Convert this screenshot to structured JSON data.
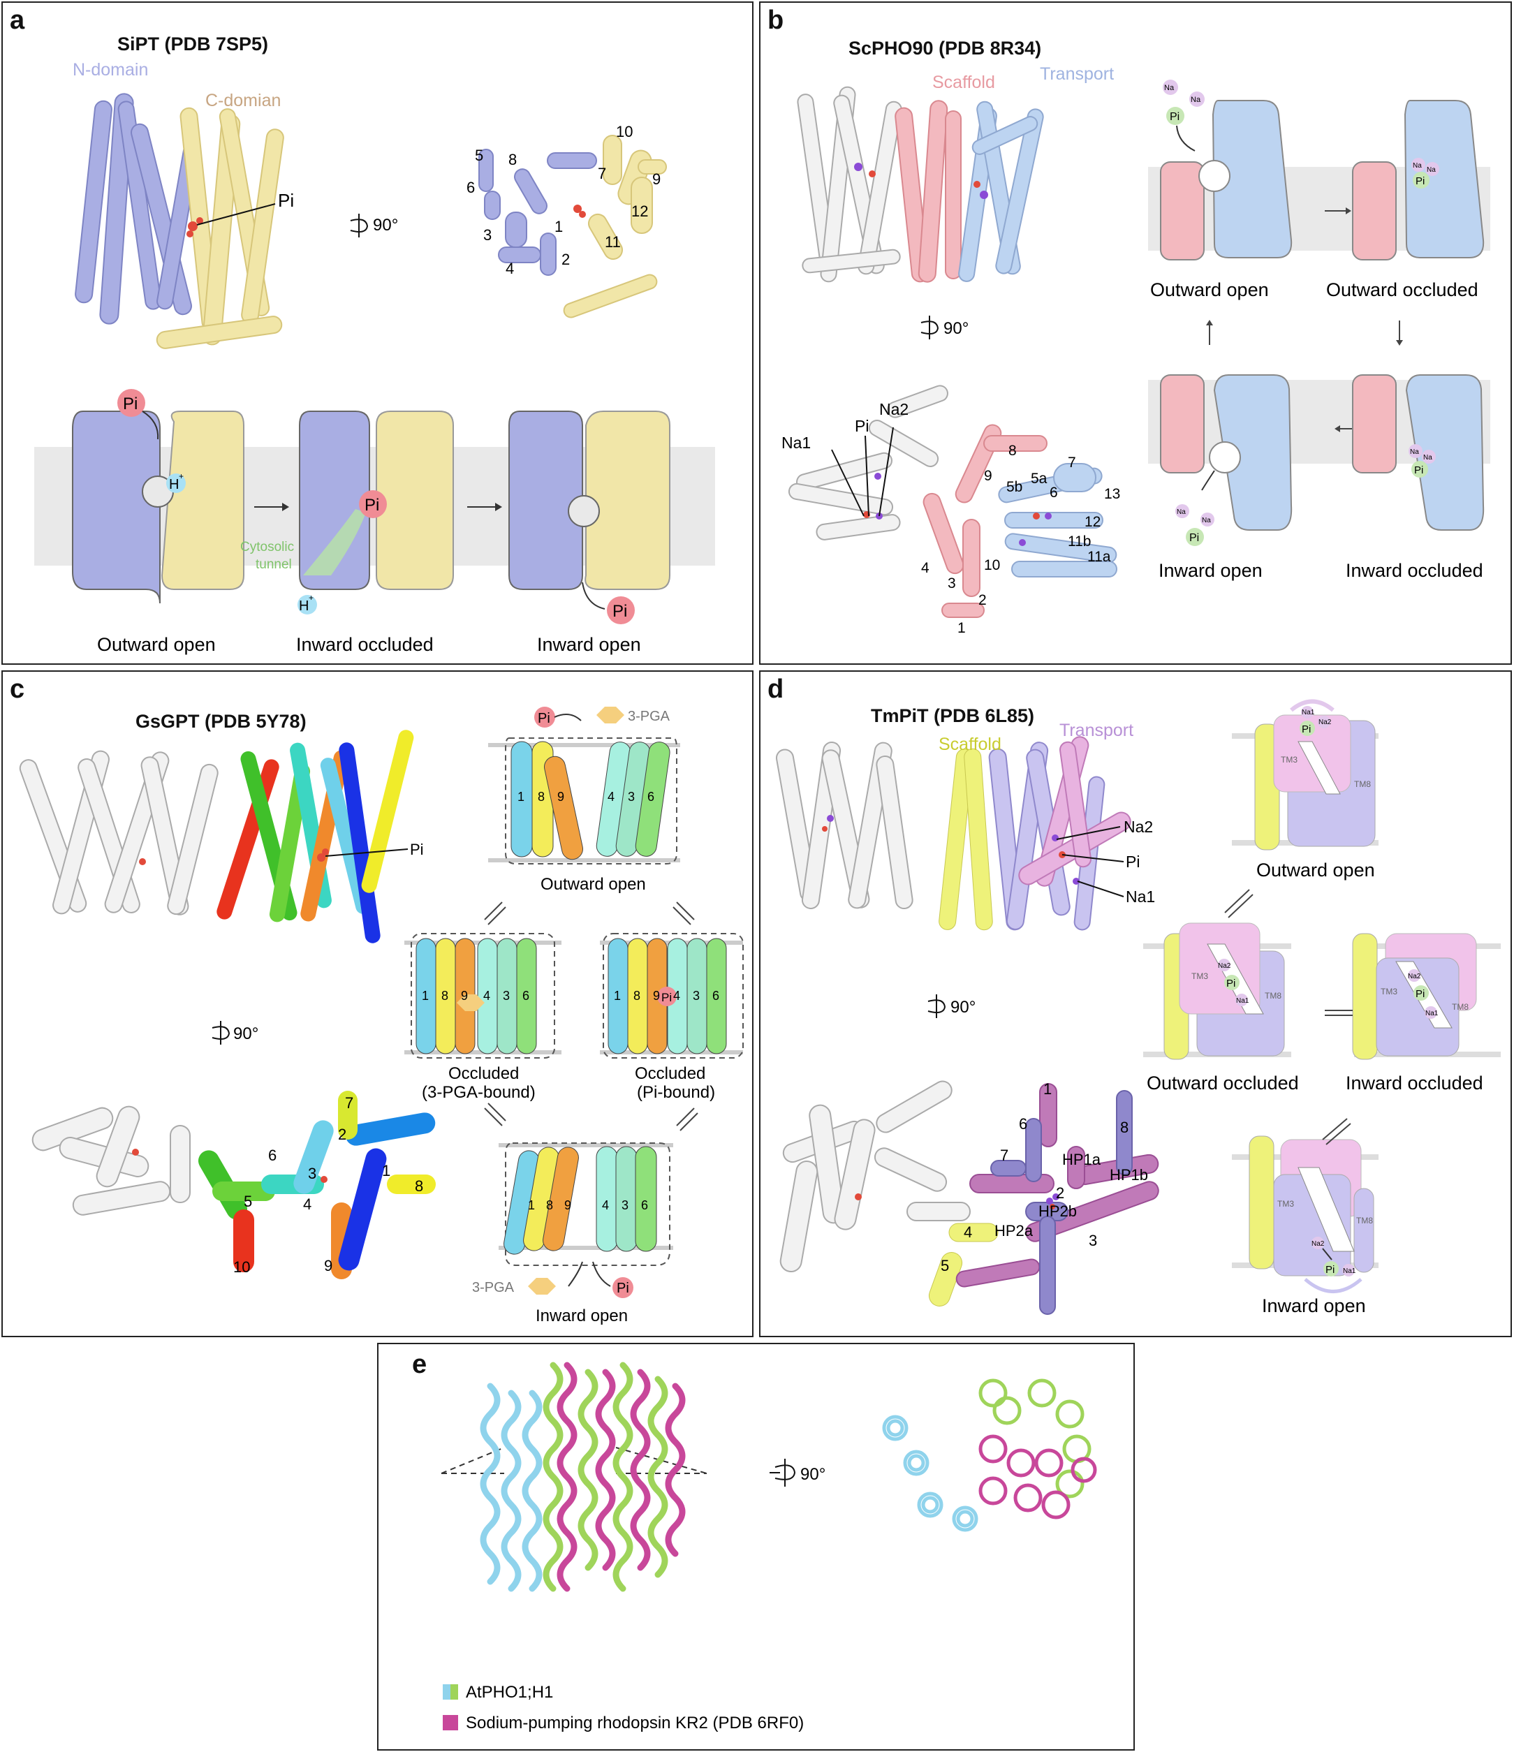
{
  "panel_a": {
    "label": "a",
    "title": "SiPT (PDB 7SP5)",
    "n_domain": "N-domain",
    "c_domain": "C-domian",
    "pi": "Pi",
    "rotate": "90°",
    "helices": [
      "1",
      "2",
      "3",
      "4",
      "5",
      "6",
      "7",
      "8",
      "9",
      "10",
      "11",
      "12"
    ],
    "h_plus": "H",
    "h_sup": "+",
    "tunnel_1": "Cytosolic",
    "tunnel_2": "tunnel",
    "states": [
      "Outward open",
      "Inward occluded",
      "Inward open"
    ]
  },
  "panel_b": {
    "label": "b",
    "title": "ScPHO90 (PDB 8R34)",
    "scaffold": "Scaffold",
    "transport": "Transport",
    "rotate": "90°",
    "ions": {
      "na": "Na",
      "pi": "Pi",
      "na1": "Na1",
      "na2": "Na2"
    },
    "helices": [
      "8",
      "7",
      "9",
      "5a",
      "5b",
      "6",
      "13",
      "12",
      "11b",
      "11a",
      "4",
      "3",
      "10",
      "2",
      "1"
    ],
    "states": [
      "Outward open",
      "Outward occluded",
      "Inward open",
      "Inward occluded"
    ]
  },
  "panel_c": {
    "label": "c",
    "title": "GsGPT (PDB 5Y78)",
    "pi": "Pi",
    "rotate": "90°",
    "pga": "3-PGA",
    "helix_nums": [
      "1",
      "8",
      "9",
      "4",
      "3",
      "6"
    ],
    "top_helices": [
      "7",
      "2",
      "6",
      "3",
      "1",
      "8",
      "5",
      "4",
      "10",
      "9"
    ],
    "states": {
      "outward_open": "Outward open",
      "occluded_pga_1": "Occluded",
      "occluded_pga_2": "(3-PGA-bound)",
      "occluded_pi_1": "Occluded",
      "occluded_pi_2": "(Pi-bound)",
      "inward_open": "Inward open"
    }
  },
  "panel_d": {
    "label": "d",
    "title": "TmPiT (PDB 6L85)",
    "scaffold": "Scaffold",
    "transport": "Transport",
    "ions": {
      "na2": "Na2",
      "pi": "Pi",
      "na1": "Na1"
    },
    "rotate": "90°",
    "top_labels": [
      "1",
      "6",
      "7",
      "HP1a",
      "8",
      "HP1b",
      "2",
      "HP2b",
      "HP2a",
      "4",
      "5",
      "3"
    ],
    "tm3": "TM3",
    "tm8": "TM8",
    "states": [
      "Outward open",
      "Outward occluded",
      "Inward occluded",
      "Inward open"
    ]
  },
  "panel_e": {
    "label": "e",
    "rotate": "90°",
    "legend": [
      "AtPHO1;H1",
      "Sodium-pumping rhodopsin KR2 (PDB 6RF0)"
    ]
  },
  "colors": {
    "n_domain": "#a9aee3",
    "c_domain": "#f1e6a8",
    "c_domain_label": "#c7a582",
    "scaffold": "#f3b9bf",
    "transport": "#bdd4f1",
    "pi": "#f08c95",
    "h_plus": "#a9e1f5",
    "na": "#e2c8ec",
    "pi_green": "#c7e7b5",
    "membrane": "#e9e9e9",
    "pga": "#f5cf7e",
    "yellow_scaffold": "#eef27a",
    "d_transport": "#c9c4f0",
    "d_pink": "#f1c3ea",
    "e_blue": "#8fd3ec",
    "e_green": "#9fd45a",
    "e_magenta": "#c8479a"
  }
}
